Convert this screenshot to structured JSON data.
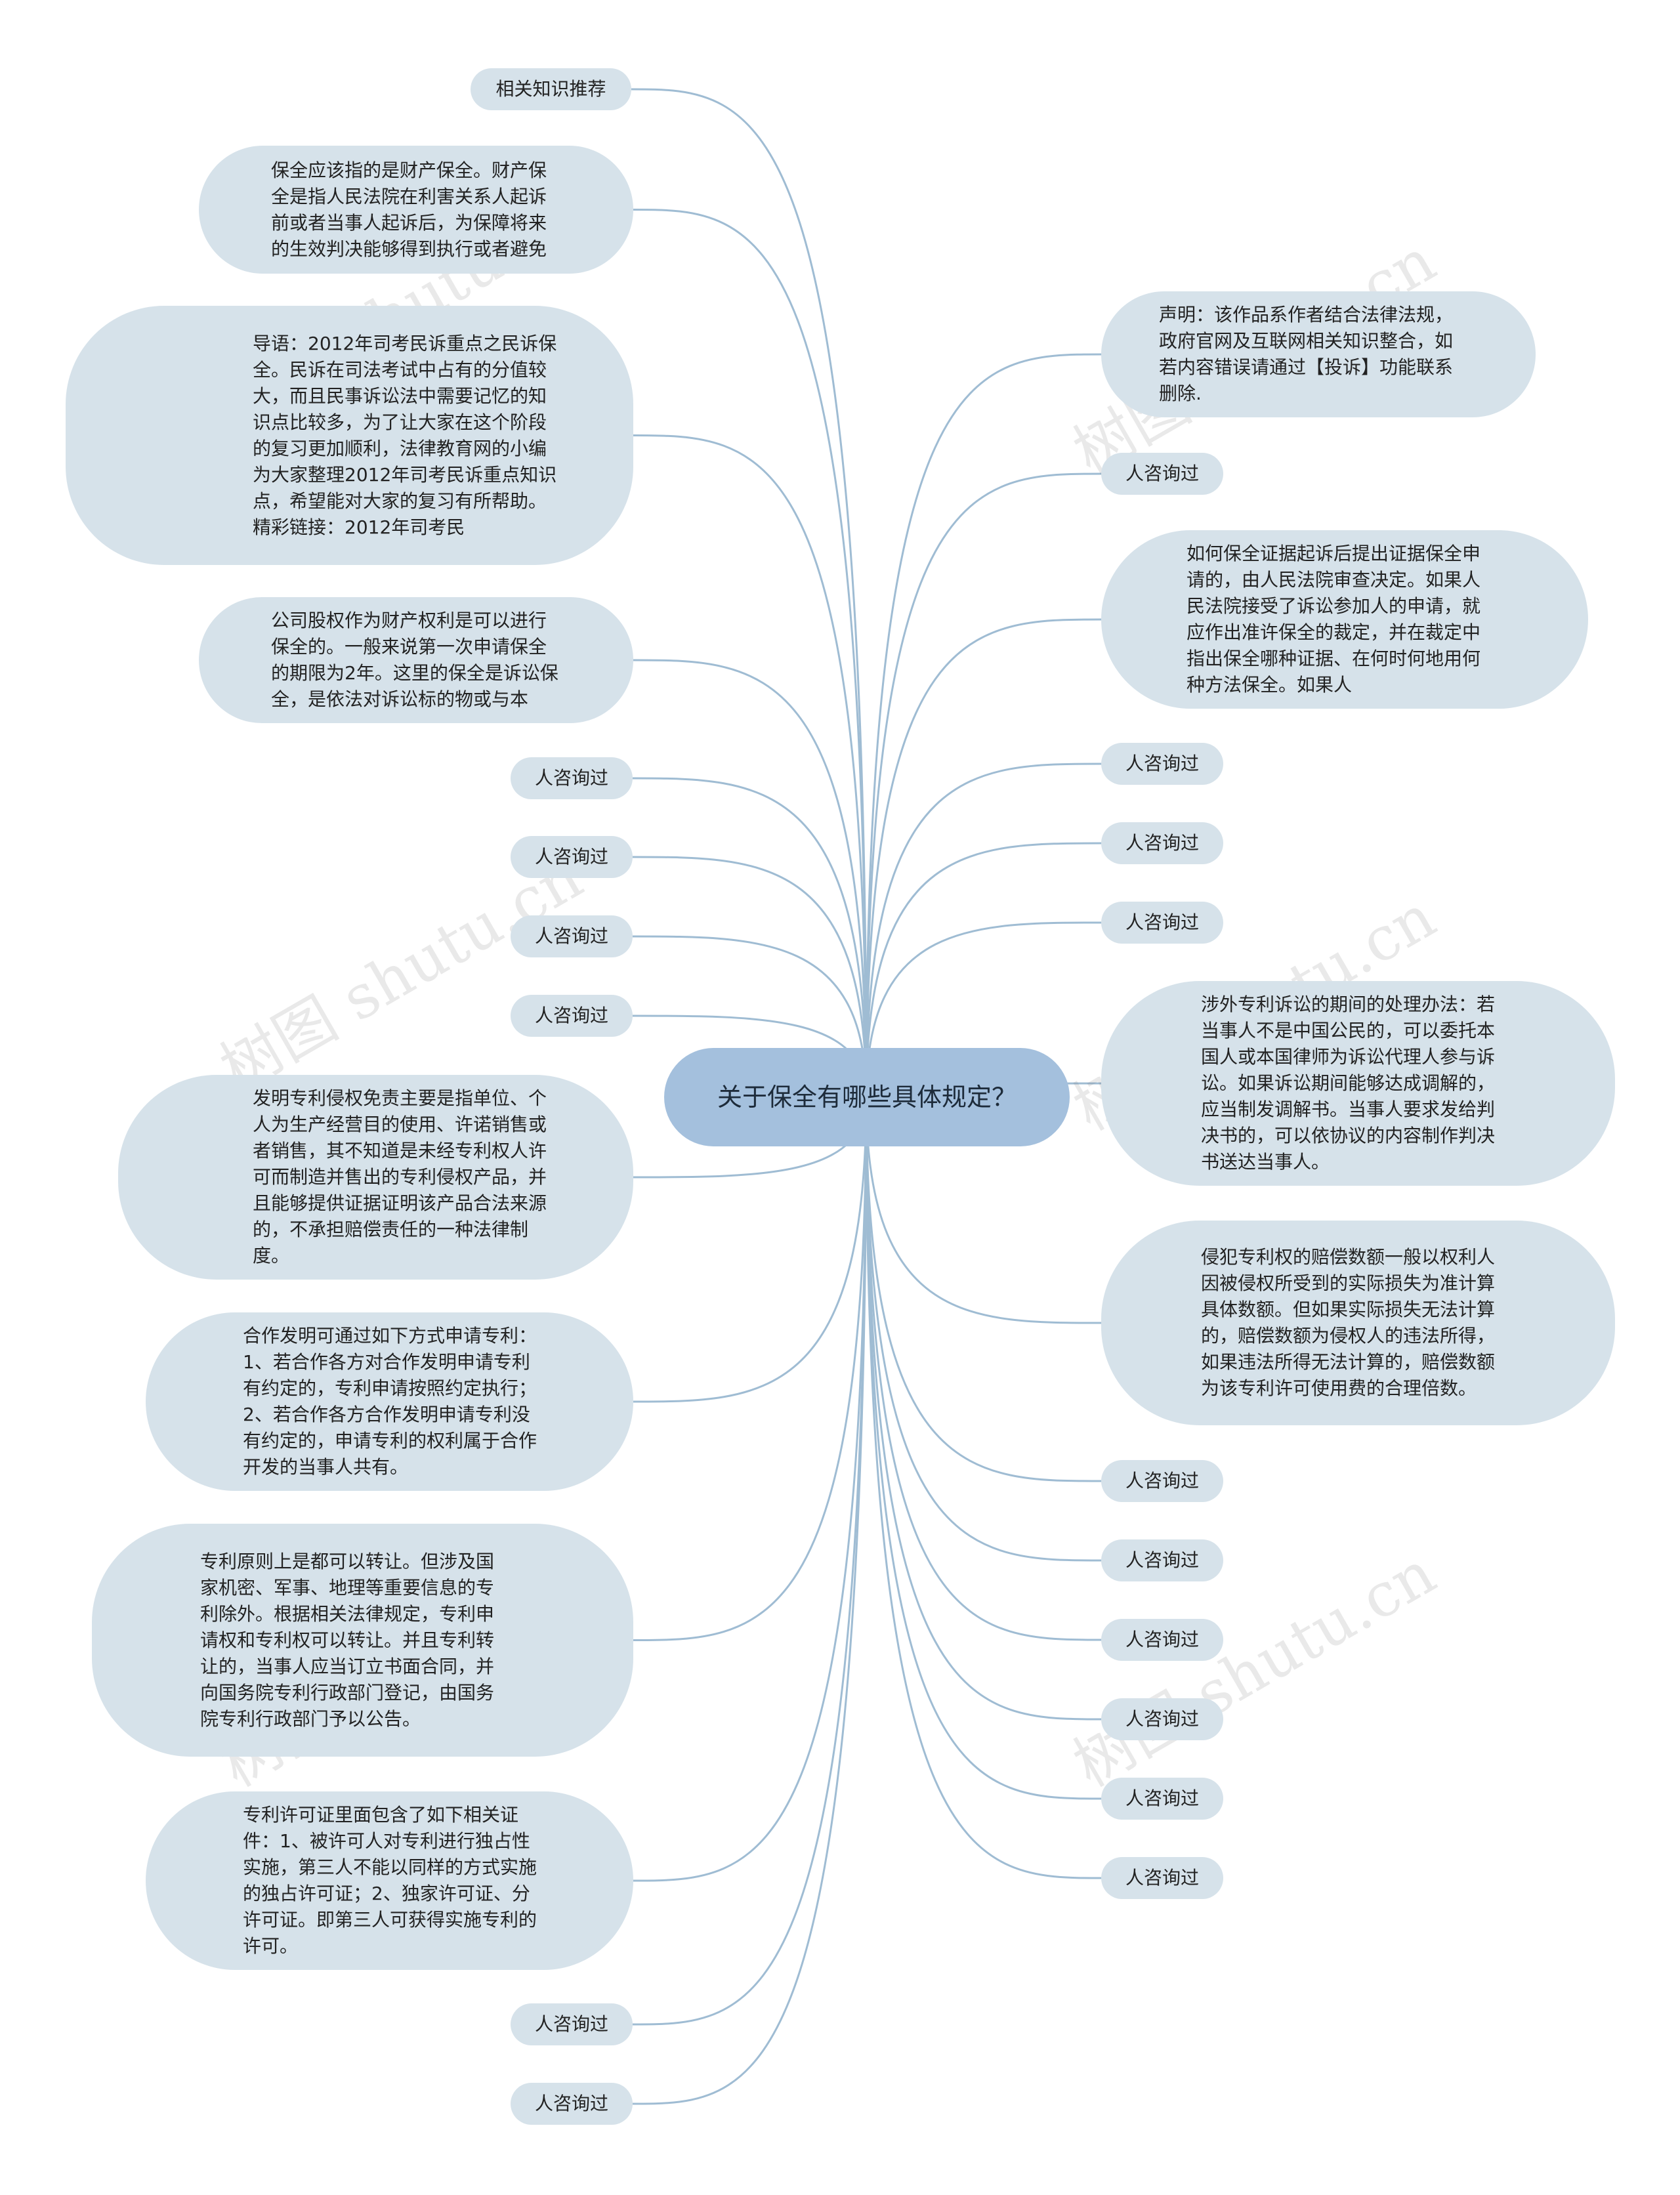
{
  "root": {
    "label": "关于保全有哪些具体规定？"
  },
  "left_nodes": [
    "相关知识推荐",
    "保全应该指的是财产保全。财产保全是指人民法院在利害关系人起诉前或者当事人起诉后，为保障将来的生效判决能够得到执行或者避免",
    "导语：2012年司考民诉重点之民诉保全。民诉在司法考试中占有的分值较大，而且民事诉讼法中需要记忆的知识点比较多，为了让大家在这个阶段的复习更加顺利，法律教育网的小编为大家整理2012年司考民诉重点知识点，希望能对大家的复习有所帮助。精彩链接：2012年司考民",
    "公司股权作为财产权利是可以进行保全的。一般来说第一次申请保全的期限为2年。这里的保全是诉讼保全，是依法对诉讼标的物或与本",
    "人咨询过",
    "人咨询过",
    "人咨询过",
    "人咨询过",
    "发明专利侵权免责主要是指单位、个人为生产经营目的使用、许诺销售或者销售，其不知道是未经专利权人许可而制造并售出的专利侵权产品，并且能够提供证据证明该产品合法来源的，不承担赔偿责任的一种法律制度。",
    "合作发明可通过如下方式申请专利：1、若合作各方对合作发明申请专利有约定的，专利申请按照约定执行；2、若合作各方合作发明申请专利没有约定的，申请专利的权利属于合作开发的当事人共有。",
    "专利原则上是都可以转让。但涉及国家机密、军事、地理等重要信息的专利除外。根据相关法律规定，专利申请权和专利权可以转让。并且专利转让的，当事人应当订立书面合同，并向国务院专利行政部门登记，由国务院专利行政部门予以公告。",
    "专利许可证里面包含了如下相关证件：1、被许可人对专利进行独占性实施，第三人不能以同样的方式实施的独占许可证；2、独家许可证、分许可证。即第三人可获得实施专利的许可。",
    "人咨询过",
    "人咨询过"
  ],
  "right_nodes": [
    "声明：该作品系作者结合法律法规，政府官网及互联网相关知识整合，如若内容错误请通过【投诉】功能联系删除.",
    "人咨询过",
    "如何保全证据起诉后提出证据保全申请的，由人民法院审查决定。如果人民法院接受了诉讼参加人的申请，就应作出准许保全的裁定，并在裁定中指出保全哪种证据、在何时何地用何种方法保全。如果人",
    "人咨询过",
    "人咨询过",
    "人咨询过",
    "涉外专利诉讼的期间的处理办法：若当事人不是中国公民的，可以委托本国人或本国律师为诉讼代理人参与诉讼。如果诉讼期间能够达成调解的，应当制发调解书。当事人要求发给判决书的，可以依协议的内容制作判决书送达当事人。",
    "侵犯专利权的赔偿数额一般以权利人因被侵权所受到的实际损失为准计算具体数额。但如果实际损失无法计算的，赔偿数额为侵权人的违法所得，如果违法所得无法计算的，赔偿数额为该专利许可使用费的合理倍数。",
    "人咨询过",
    "人咨询过",
    "人咨询过",
    "人咨询过",
    "人咨询过",
    "人咨询过"
  ],
  "watermarks": [
    "树图 shutu.cn"
  ],
  "colors": {
    "root_fill": "#a4c0dd",
    "node_fill": "#d6e2ea",
    "edge": "#9fbcd3"
  }
}
